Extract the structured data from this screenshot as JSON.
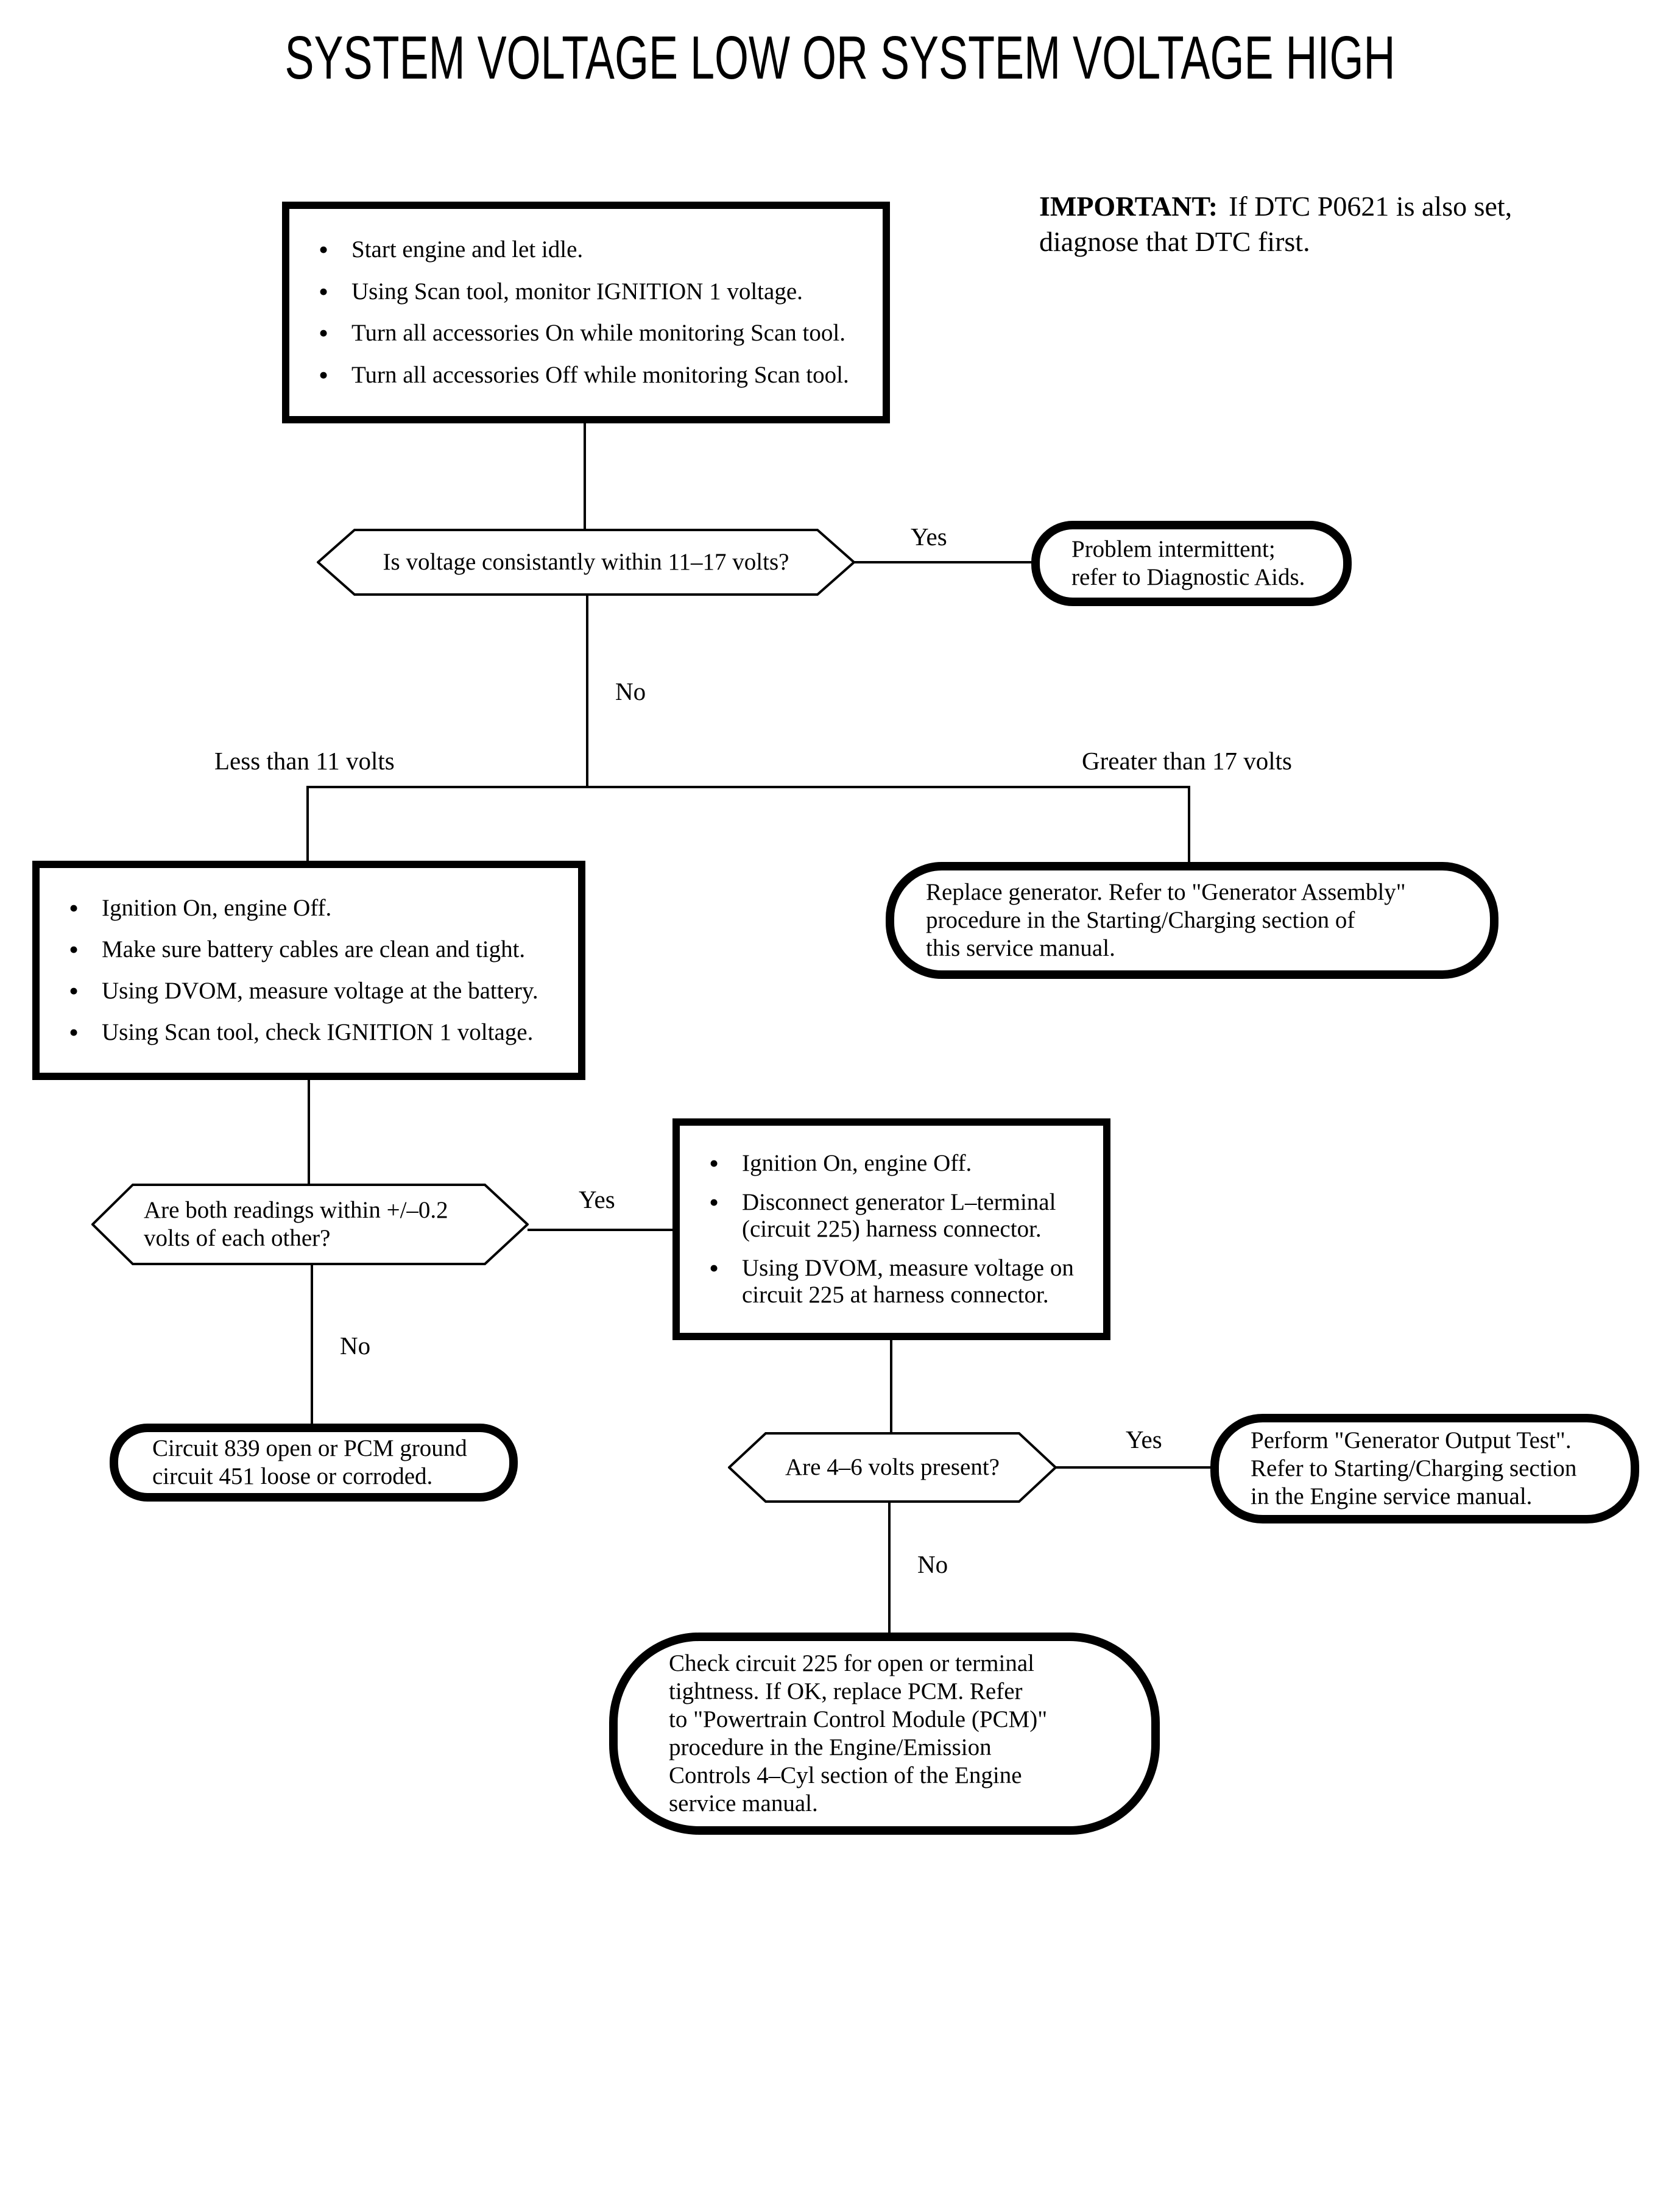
{
  "page": {
    "title": "SYSTEM VOLTAGE LOW OR SYSTEM VOLTAGE HIGH"
  },
  "important": {
    "bold": "IMPORTANT:",
    "rest": "If DTC P0621 is also set,",
    "line2": "diagnose that DTC first."
  },
  "glyphs": {
    "bullet": "•"
  },
  "labels": {
    "yes": "Yes",
    "no": "No",
    "less_than": "Less than 11 volts",
    "greater_than": "Greater than 17 volts"
  },
  "step1": {
    "bullets": [
      [
        "Start engine and let idle."
      ],
      [
        "Using Scan tool, monitor IGNITION 1 voltage."
      ],
      [
        "Turn all accessories On while monitoring Scan tool."
      ],
      [
        "Turn all accessories Off while monitoring Scan tool."
      ]
    ]
  },
  "decision1": {
    "text": "Is voltage consistantly within 11–17 volts?"
  },
  "terminal_intermittent": {
    "lines": [
      "Problem intermittent;",
      "refer to Diagnostic Aids."
    ]
  },
  "step2": {
    "bullets": [
      [
        "Ignition On, engine Off."
      ],
      [
        "Make sure battery cables are clean and tight."
      ],
      [
        "Using DVOM, measure voltage at the battery."
      ],
      [
        "Using Scan tool, check IGNITION 1 voltage."
      ]
    ]
  },
  "terminal_replace_generator": {
    "lines": [
      "Replace generator. Refer to \"Generator Assembly\"",
      "procedure in the Starting/Charging section of",
      "this service manual."
    ]
  },
  "decision2": {
    "lines": [
      "Are both readings within +/–0.2",
      "volts of each other?"
    ]
  },
  "step3": {
    "bullets": [
      [
        "Ignition On, engine Off."
      ],
      [
        "Disconnect generator L–terminal",
        "(circuit 225) harness connector."
      ],
      [
        "Using DVOM, measure voltage on",
        "circuit 225 at harness connector."
      ]
    ]
  },
  "terminal_circuit839": {
    "lines": [
      "Circuit 839 open or PCM ground",
      "circuit 451 loose or corroded."
    ]
  },
  "decision3": {
    "text": "Are 4–6 volts present?"
  },
  "terminal_output_test": {
    "lines": [
      "Perform \"Generator Output Test\".",
      "Refer to Starting/Charging section",
      "in the Engine service manual."
    ]
  },
  "terminal_check_circuit": {
    "lines": [
      "Check circuit 225 for open or terminal",
      "tightness. If OK, replace PCM. Refer",
      "to \"Powertrain Control Module (PCM)\"",
      "procedure in the Engine/Emission",
      "Controls 4–Cyl section of the Engine",
      "service manual."
    ]
  }
}
